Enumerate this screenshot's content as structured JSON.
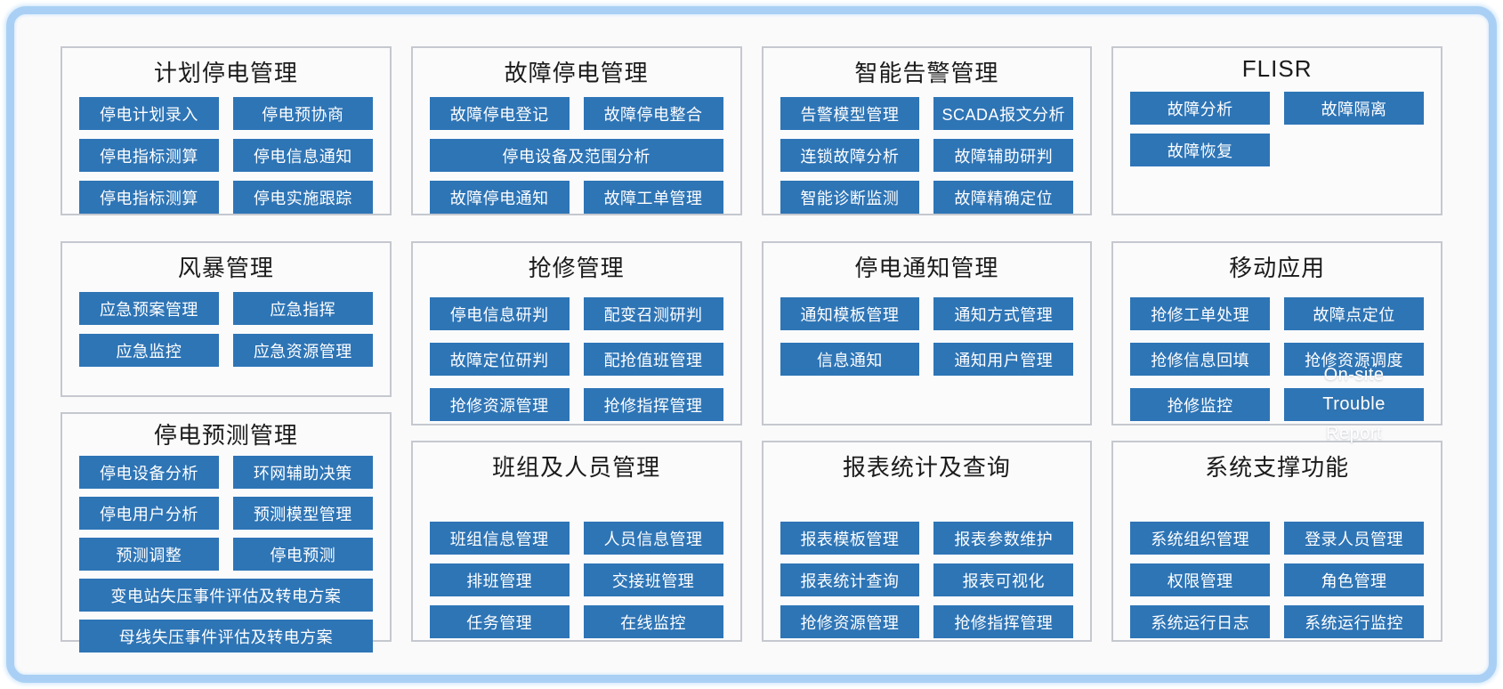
{
  "colors": {
    "button_bg": "#2e75b6",
    "button_text": "#ffffff",
    "panel_border": "#c5c8ce",
    "panel_bg": "#fbfbfc",
    "frame_border": "#a9d0f4",
    "title_text": "#1b1b1b"
  },
  "columns": [
    [
      "planned-outage",
      "storm",
      "outage-forecast"
    ],
    [
      "fault-outage",
      "repair",
      "teams"
    ],
    [
      "smart-alarm",
      "outage-notice",
      "reports"
    ],
    [
      "flisr",
      "mobile",
      "system-support"
    ]
  ],
  "panels": {
    "planned-outage": {
      "title": "计划停电管理",
      "rows": [
        [
          {
            "label": "停电计划录入"
          },
          {
            "label": "停电预协商"
          }
        ],
        [
          {
            "label": "停电指标测算"
          },
          {
            "label": "停电信息通知"
          }
        ],
        [
          {
            "label": "停电指标测算"
          },
          {
            "label": "停电实施跟踪"
          }
        ]
      ]
    },
    "fault-outage": {
      "title": "故障停电管理",
      "rows": [
        [
          {
            "label": "故障停电登记"
          },
          {
            "label": "故障停电整合"
          }
        ],
        [
          {
            "label": "停电设备及范围分析",
            "wide": true
          }
        ],
        [
          {
            "label": "故障停电通知"
          },
          {
            "label": "故障工单管理"
          }
        ]
      ]
    },
    "smart-alarm": {
      "title": "智能告警管理",
      "rows": [
        [
          {
            "label": "告警模型管理"
          },
          {
            "label": "SCADA报文分析"
          }
        ],
        [
          {
            "label": "连锁故障分析"
          },
          {
            "label": "故障辅助研判"
          }
        ],
        [
          {
            "label": "智能诊断监测"
          },
          {
            "label": "故障精确定位"
          }
        ]
      ]
    },
    "flisr": {
      "title": "FLISR",
      "rows": [
        [
          {
            "label": "故障分析"
          },
          {
            "label": "故障隔离"
          }
        ],
        [
          {
            "label": "故障恢复"
          }
        ]
      ]
    },
    "storm": {
      "title": "风暴管理",
      "rows": [
        [
          {
            "label": "应急预案管理"
          },
          {
            "label": "应急指挥"
          }
        ],
        [
          {
            "label": "应急监控"
          },
          {
            "label": "应急资源管理"
          }
        ]
      ]
    },
    "repair": {
      "title": "抢修管理",
      "rows": [
        [
          {
            "label": "停电信息研判"
          },
          {
            "label": "配变召测研判"
          }
        ],
        [
          {
            "label": "故障定位研判"
          },
          {
            "label": "配抢值班管理"
          }
        ],
        [
          {
            "label": "抢修资源管理"
          },
          {
            "label": "抢修指挥管理"
          }
        ]
      ]
    },
    "outage-notice": {
      "title": "停电通知管理",
      "rows": [
        [
          {
            "label": "通知模板管理"
          },
          {
            "label": "通知方式管理"
          }
        ],
        [
          {
            "label": "信息通知"
          },
          {
            "label": "通知用户管理"
          }
        ]
      ]
    },
    "mobile": {
      "title": "移动应用",
      "rows": [
        [
          {
            "label": "抢修工单处理"
          },
          {
            "label": "故障点定位"
          }
        ],
        [
          {
            "label": "抢修信息回填"
          },
          {
            "label": "抢修资源调度"
          }
        ],
        [
          {
            "label": "抢修监控"
          },
          {
            "label": "On-site Trouble Report",
            "overflow_lines": [
              "On-site",
              "Trouble",
              "Report"
            ]
          }
        ]
      ]
    },
    "outage-forecast": {
      "title": "停电预测管理",
      "rows": [
        [
          {
            "label": "停电设备分析"
          },
          {
            "label": "环网辅助决策"
          }
        ],
        [
          {
            "label": "停电用户分析"
          },
          {
            "label": "预测模型管理"
          }
        ],
        [
          {
            "label": "预测调整"
          },
          {
            "label": "停电预测"
          }
        ],
        [
          {
            "label": "变电站失压事件评估及转电方案",
            "wide": true
          }
        ],
        [
          {
            "label": "母线失压事件评估及转电方案",
            "wide": true
          }
        ]
      ]
    },
    "teams": {
      "title": "班组及人员管理",
      "rows": [
        [
          {
            "label": "班组信息管理"
          },
          {
            "label": "人员信息管理"
          }
        ],
        [
          {
            "label": "排班管理"
          },
          {
            "label": "交接班管理"
          }
        ],
        [
          {
            "label": "任务管理"
          },
          {
            "label": "在线监控"
          }
        ]
      ]
    },
    "reports": {
      "title": "报表统计及查询",
      "rows": [
        [
          {
            "label": "报表模板管理"
          },
          {
            "label": "报表参数维护"
          }
        ],
        [
          {
            "label": "报表统计查询"
          },
          {
            "label": "报表可视化"
          }
        ],
        [
          {
            "label": "抢修资源管理"
          },
          {
            "label": "抢修指挥管理"
          }
        ]
      ]
    },
    "system-support": {
      "title": "系统支撑功能",
      "rows": [
        [
          {
            "label": "系统组织管理"
          },
          {
            "label": "登录人员管理"
          }
        ],
        [
          {
            "label": "权限管理"
          },
          {
            "label": "角色管理"
          }
        ],
        [
          {
            "label": "系统运行日志"
          },
          {
            "label": "系统运行监控"
          }
        ]
      ]
    }
  }
}
